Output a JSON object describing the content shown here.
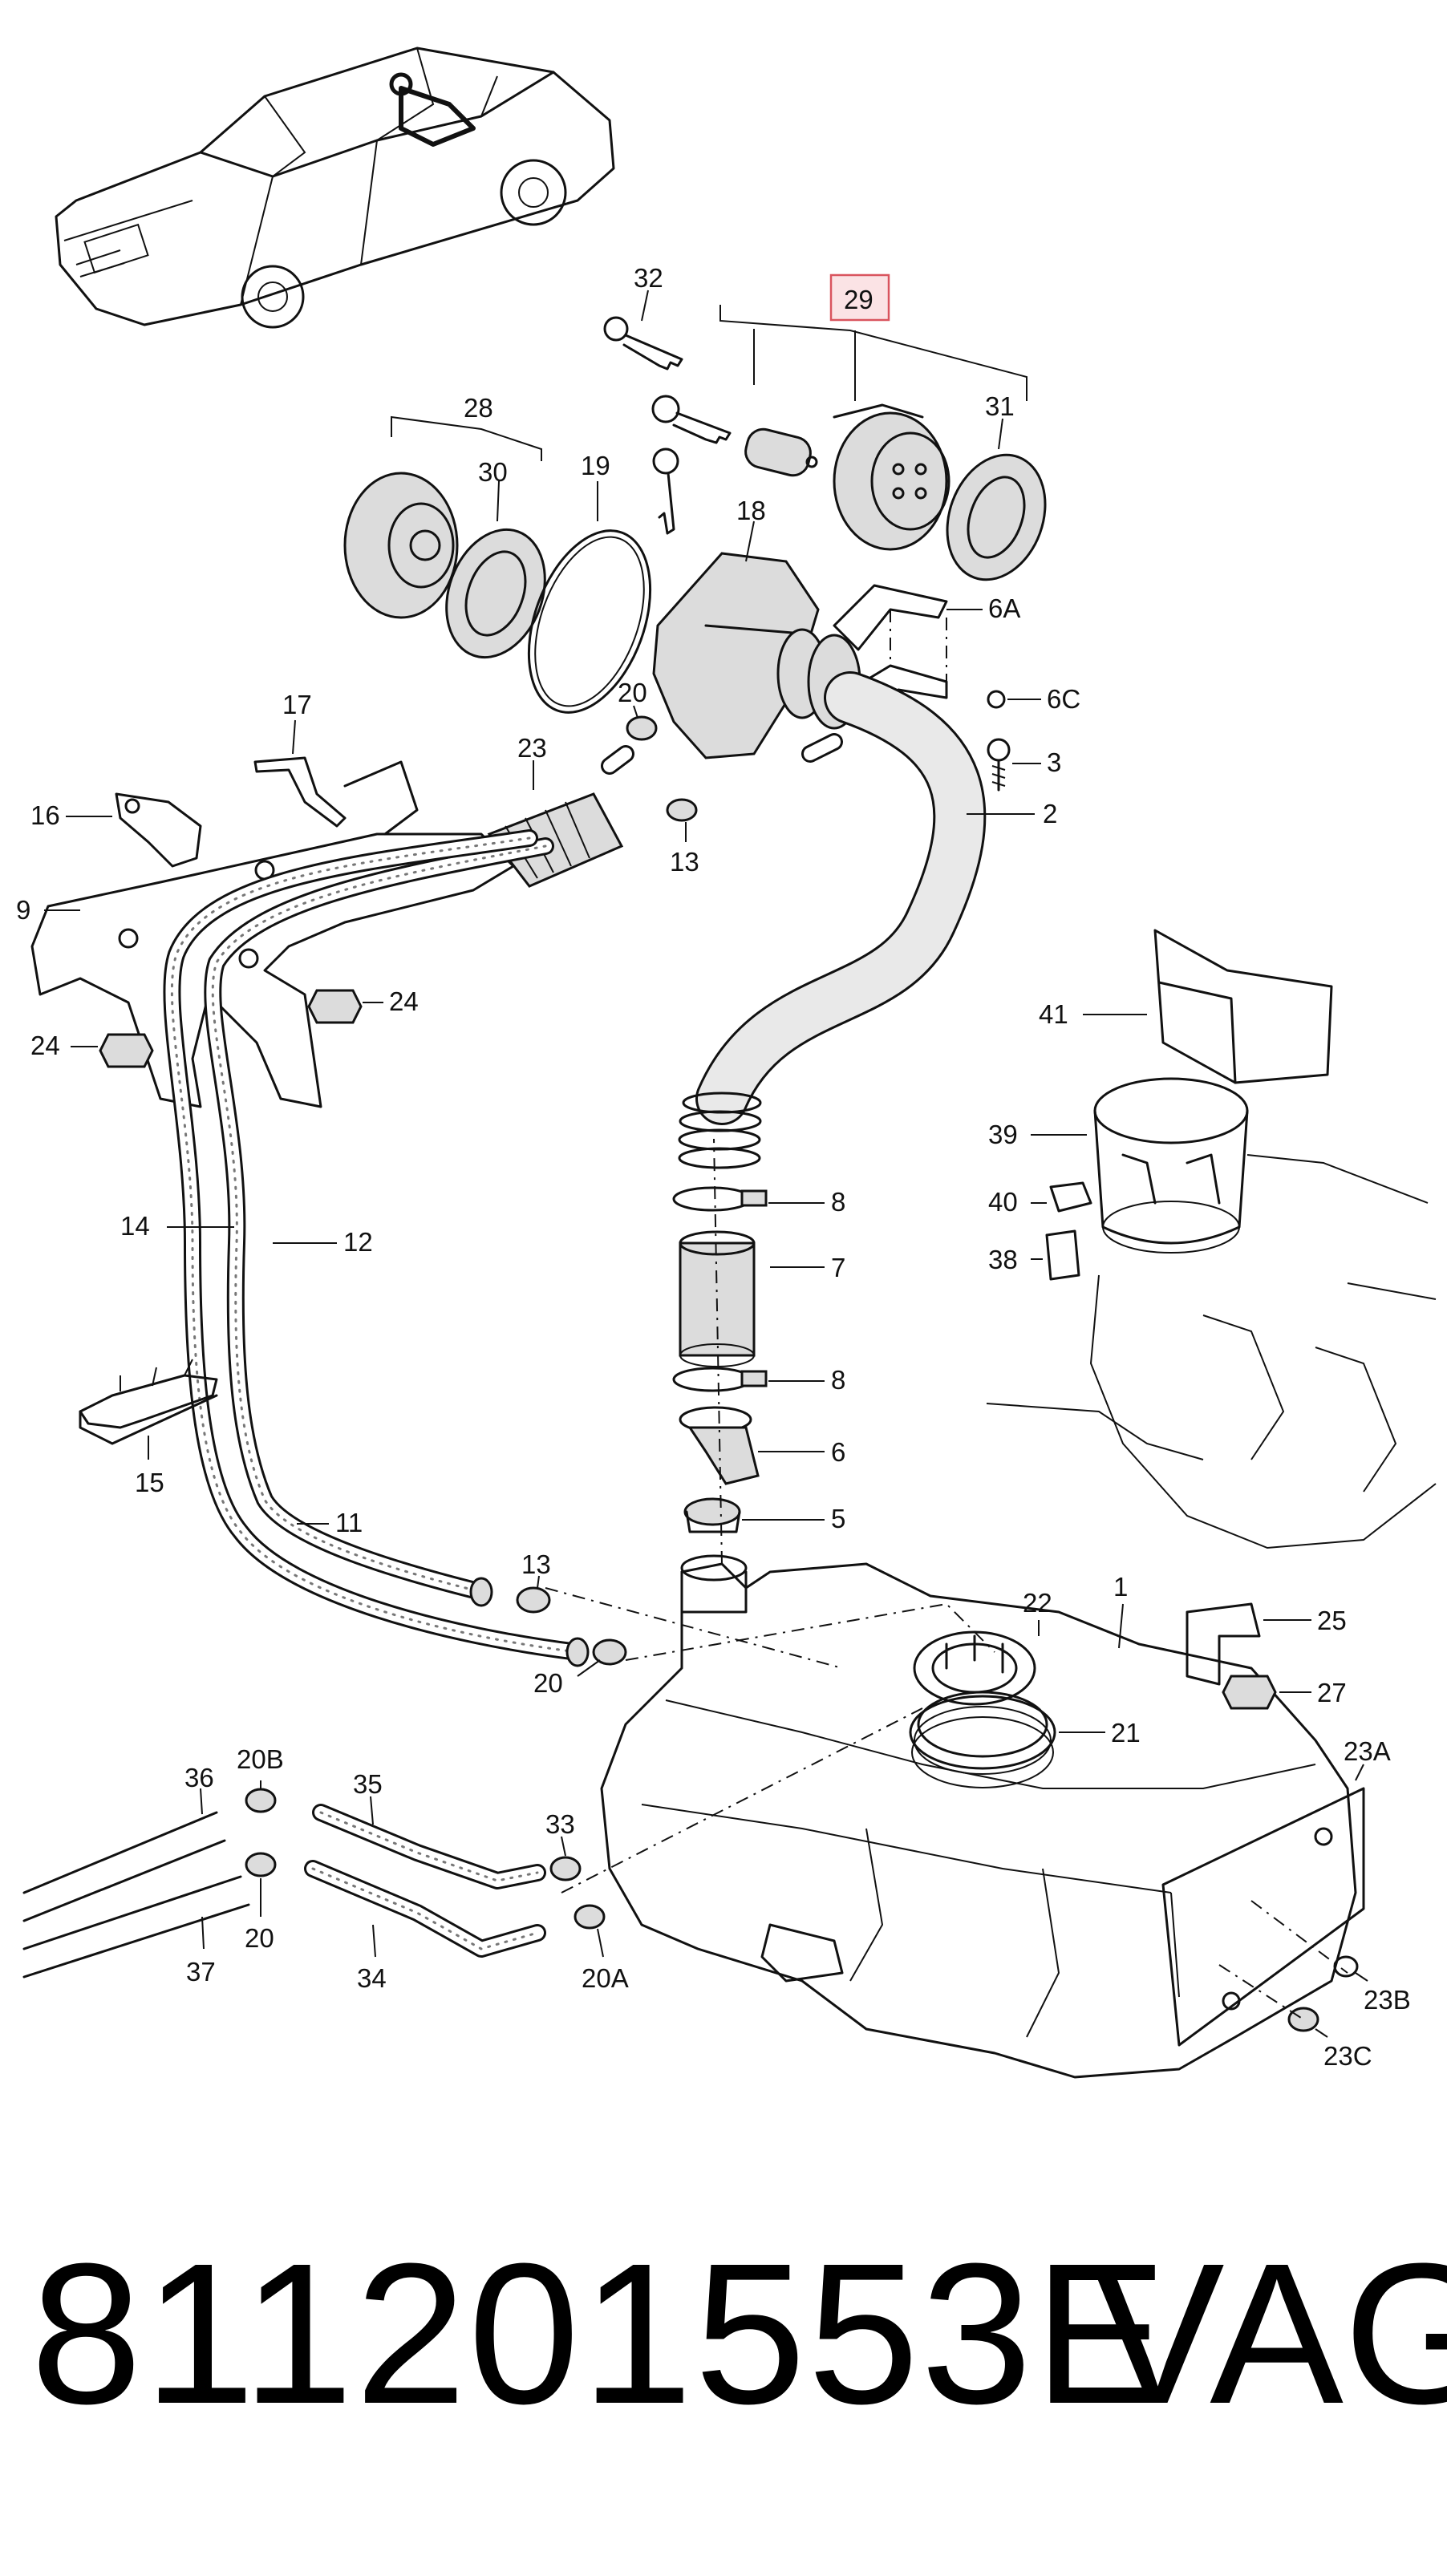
{
  "diagram": {
    "highlight_color": "#d9545e",
    "highlighted_callout": "29",
    "callouts": {
      "c32": "32",
      "c29": "29",
      "c28": "28",
      "c30": "30",
      "c19": "19",
      "c31": "31",
      "c18": "18",
      "c6A": "6A",
      "c6C": "6C",
      "c20a": "20",
      "c3": "3",
      "c17": "17",
      "c23": "23",
      "c16": "16",
      "c2": "2",
      "c13a": "13",
      "c9": "9",
      "c24a": "24",
      "c24b": "24",
      "c41": "41",
      "c39": "39",
      "c8a": "8",
      "c40": "40",
      "c14": "14",
      "c12": "12",
      "c7": "7",
      "c38": "38",
      "c8b": "8",
      "c6": "6",
      "c15": "15",
      "c11": "11",
      "c5": "5",
      "c13b": "13",
      "c22": "22",
      "c1": "1",
      "c25": "25",
      "c20b": "20",
      "c27": "27",
      "c21": "21",
      "c20B": "20B",
      "c23A": "23A",
      "c36": "36",
      "c35": "35",
      "c33": "33",
      "c20c": "20",
      "c37": "37",
      "c34": "34",
      "c20A": "20A",
      "c23B": "23B",
      "c23C": "23C"
    }
  },
  "footer": {
    "part_number": "811201553E",
    "brand": "VAG"
  }
}
